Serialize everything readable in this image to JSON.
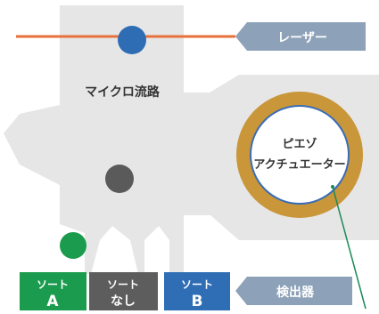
{
  "labels": {
    "laser": "レーザー",
    "microchannel": "マイクロ流路",
    "piezo_line1": "ピエゾ",
    "piezo_line2": "アクチュエーター",
    "detector": "検出器"
  },
  "sort_boxes": [
    {
      "top": "ソート",
      "bottom": "A",
      "color": "#1a9b4d"
    },
    {
      "top": "ソート",
      "bottom": "なし",
      "color": "#5d5d5d"
    },
    {
      "top": "ソート",
      "bottom": "B",
      "color": "#2f6db5"
    }
  ],
  "colors": {
    "channel": "#e6e6e6",
    "laser_line": "#e8703a",
    "laser_dot": "#2e6db4",
    "center_dot": "#5a5a5a",
    "sorted_dot": "#1a9b4d",
    "piezo_ring": "#c9963a",
    "piezo_rim": "#3a6db5",
    "tag": "#8da2b8",
    "pointer": "#1a8a5a"
  }
}
